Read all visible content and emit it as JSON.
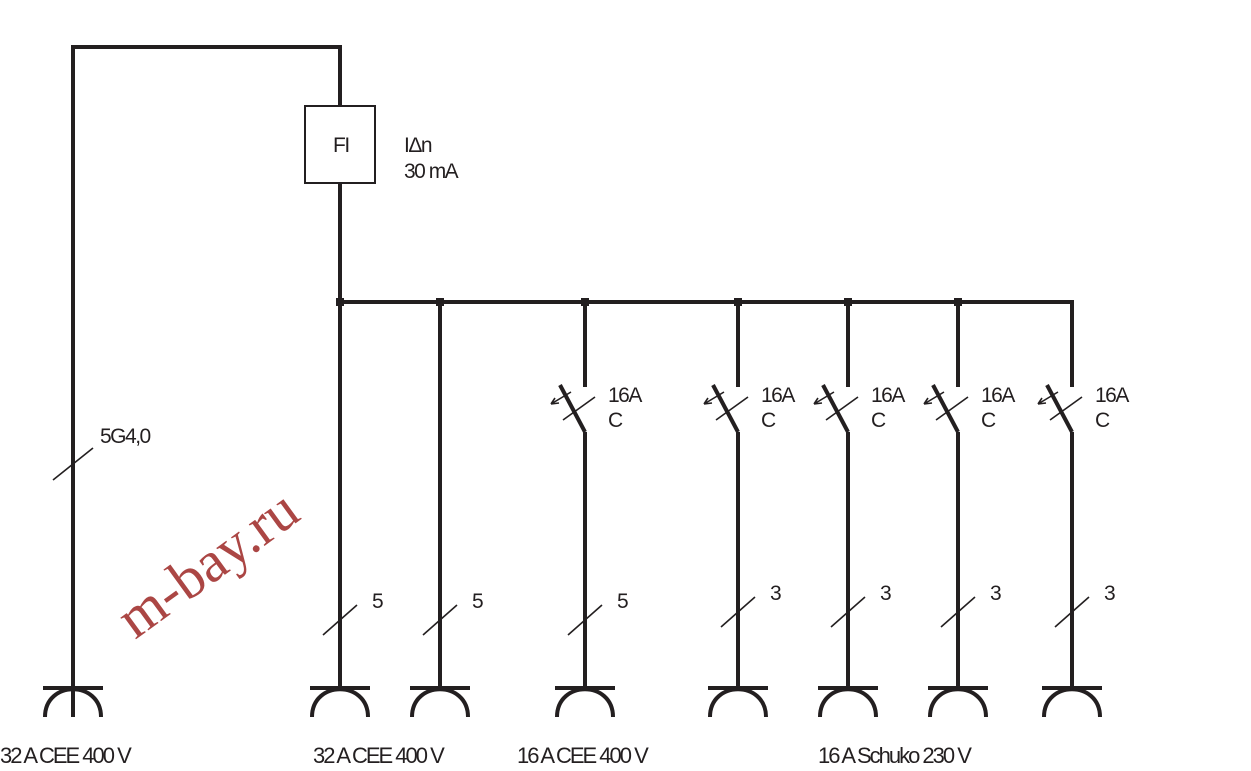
{
  "rcd": {
    "label": "FI",
    "rating_line1": "IΔn",
    "rating_line2": "30 mA"
  },
  "feed": {
    "cable": "5G4,0"
  },
  "breakers": [
    {
      "amps": "16A",
      "char": "C"
    },
    {
      "amps": "16A",
      "char": "C"
    },
    {
      "amps": "16A",
      "char": "C"
    },
    {
      "amps": "16A",
      "char": "C"
    },
    {
      "amps": "16A",
      "char": "C"
    }
  ],
  "wire_counts": [
    "5",
    "5",
    "5",
    "3",
    "3",
    "3",
    "3"
  ],
  "socket_labels": [
    "32 A CEE 400 V",
    "32 A CEE 400 V",
    "16 A CEE 400 V",
    "16 A Schuko 230 V"
  ],
  "watermark": "m-bay.ru",
  "colors": {
    "line": "#231f20",
    "watermark": "#a23230"
  }
}
